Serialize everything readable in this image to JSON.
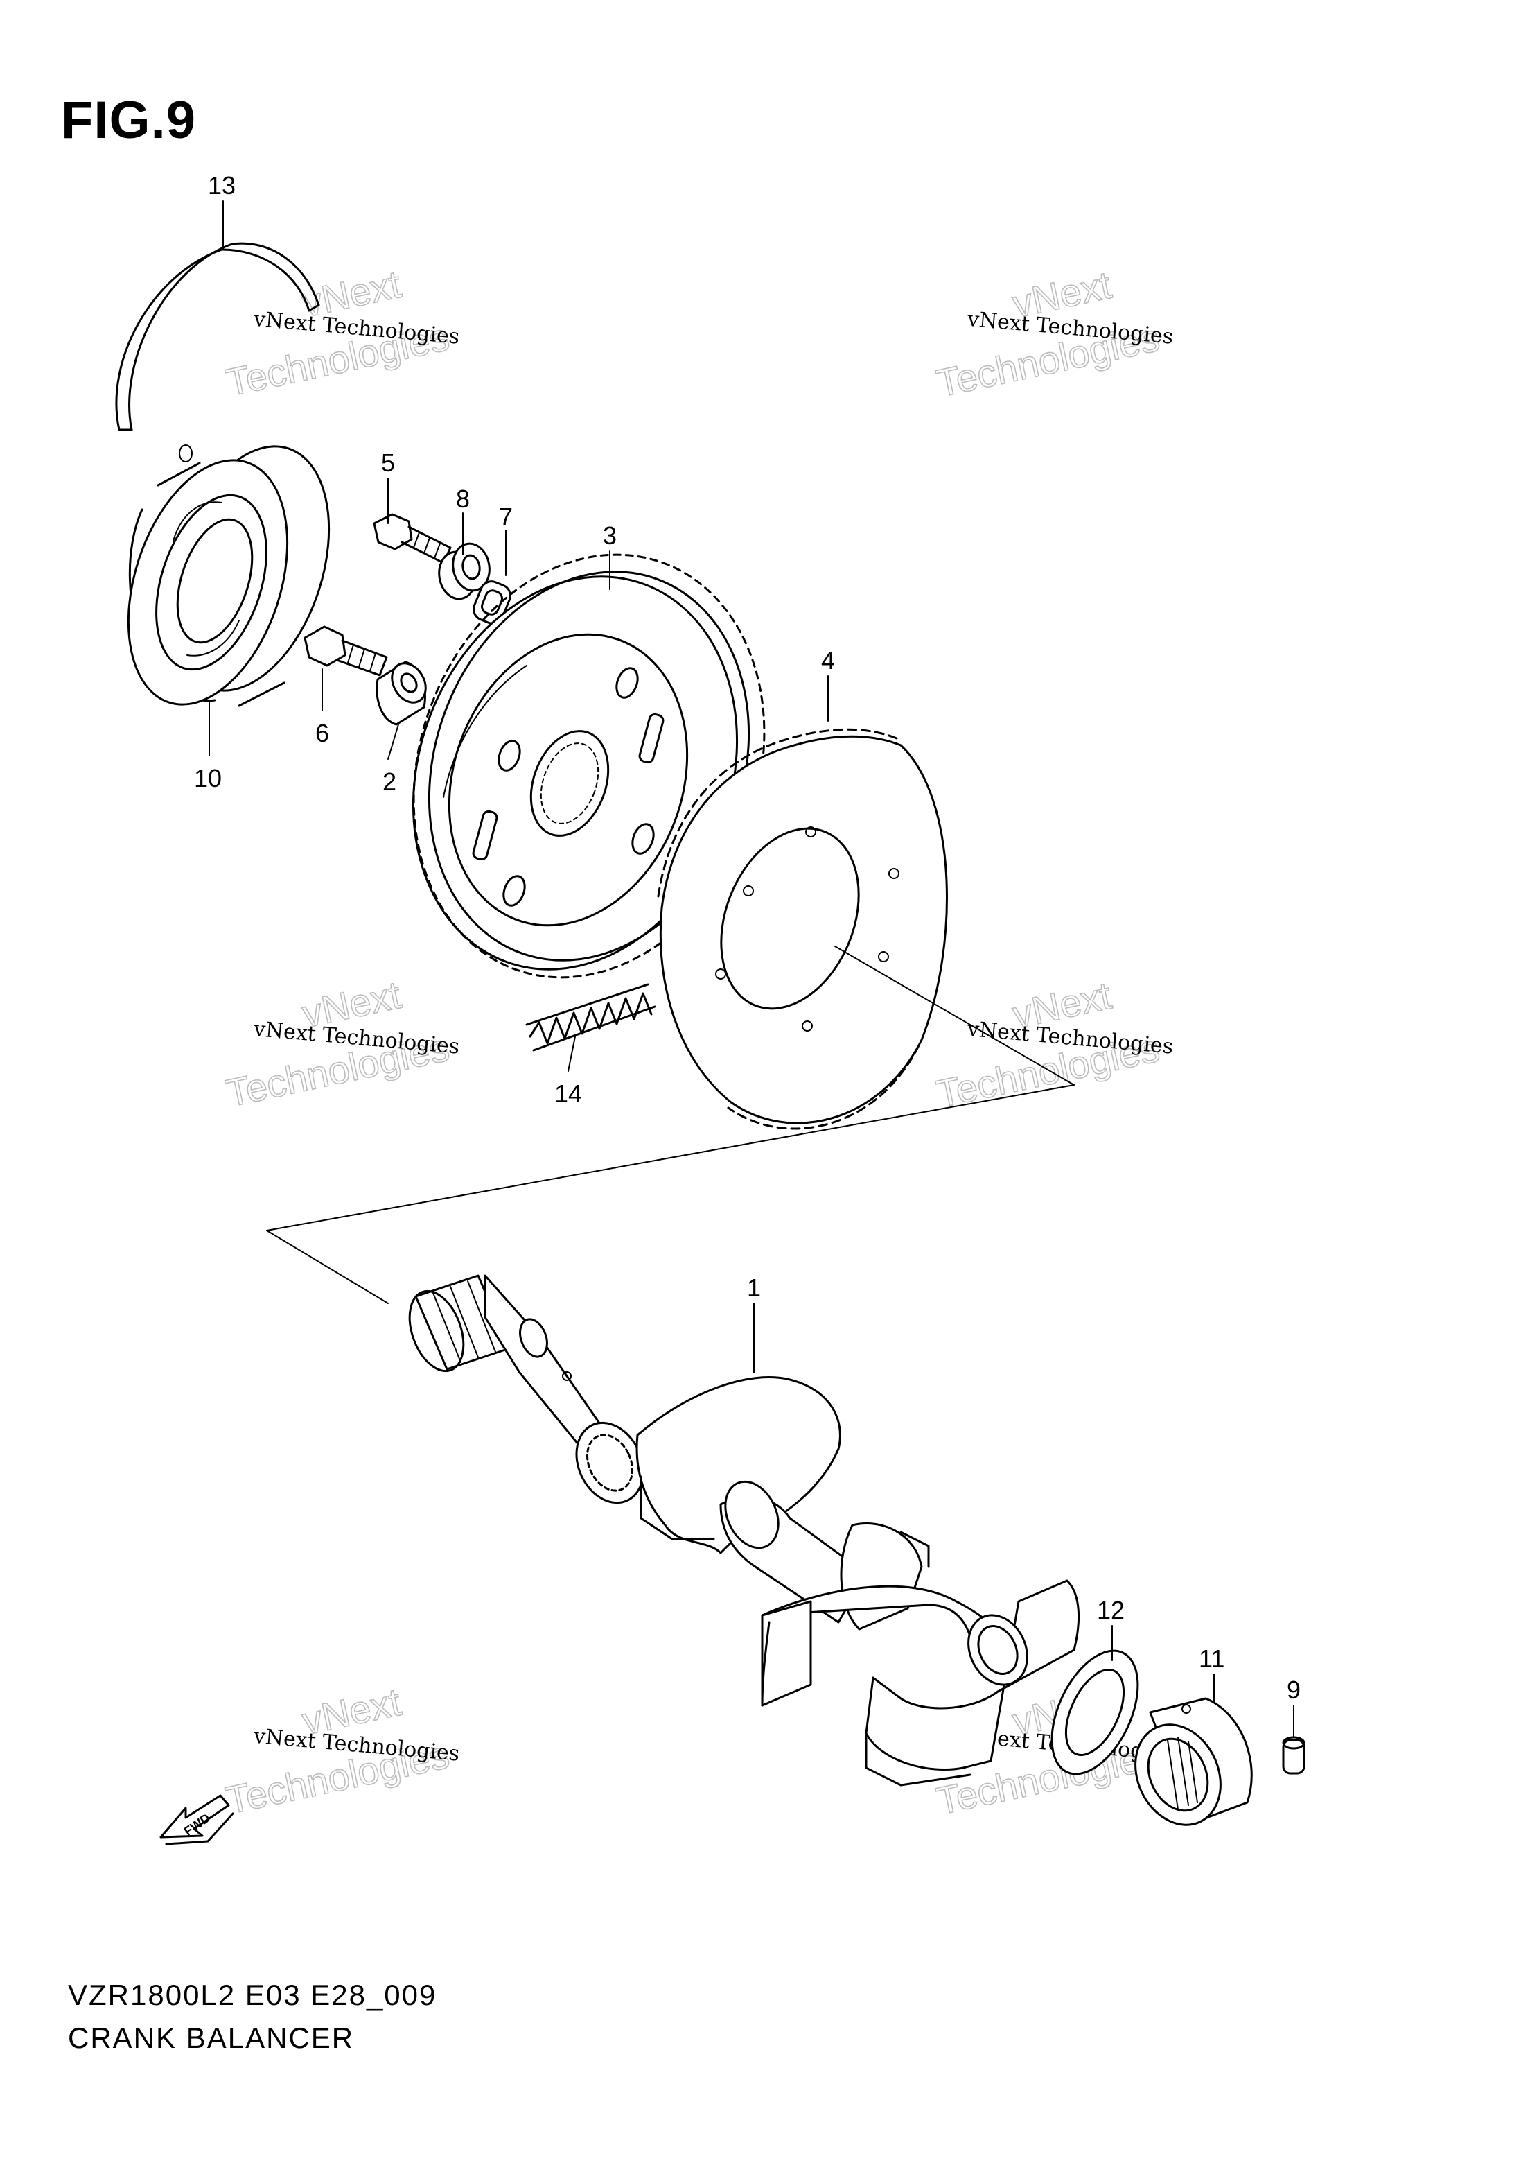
{
  "figure": {
    "title": "FIG.9"
  },
  "footer": {
    "code": "VZR1800L2 E03 E28_009",
    "title": "CRANK BALANCER"
  },
  "callouts": {
    "p1": "1",
    "p2": "2",
    "p3": "3",
    "p4": "4",
    "p5": "5",
    "p6": "6",
    "p7": "7",
    "p8": "8",
    "p9": "9",
    "p10": "10",
    "p11": "11",
    "p12": "12",
    "p13": "13",
    "p14": "14"
  },
  "watermark": {
    "line1": "vNext Technologies",
    "line2a": "vNext",
    "line2b": "Technologies"
  },
  "fwd_label": "FWD"
}
